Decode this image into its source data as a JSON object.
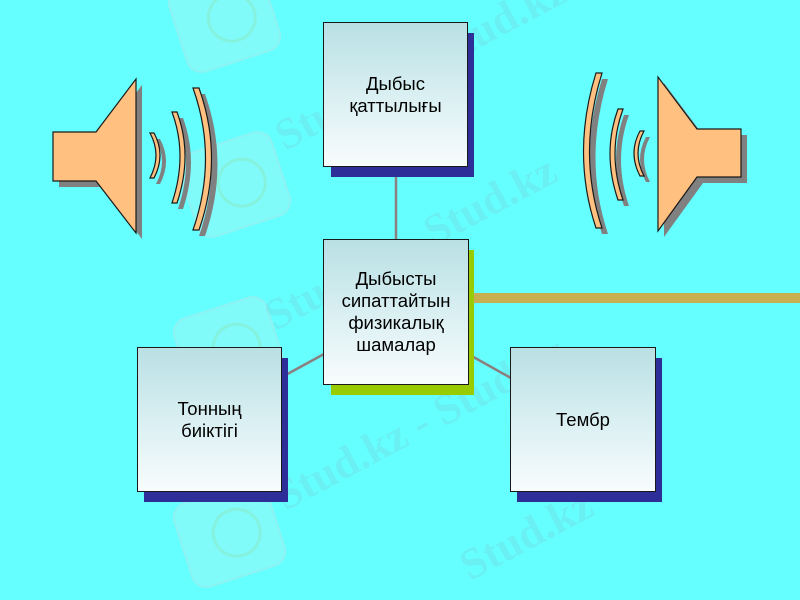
{
  "diagram": {
    "center": {
      "text": "Дыбысты\nсипаттайтын\nфизикалық\nшамалар"
    },
    "nodes": [
      {
        "id": "top",
        "text": "Дыбыс\nқаттылығы"
      },
      {
        "id": "left",
        "text": "Тонның\nбиіктігі"
      },
      {
        "id": "right",
        "text": "Тембр"
      }
    ]
  },
  "icons": {
    "left": "speaker-icon",
    "right": "speaker-icon"
  },
  "watermark": {
    "text": "Stud.kz",
    "text_dashed": "Stud.kz - Stud.kz"
  },
  "colors": {
    "background": "#66ffff",
    "box_shadow_blue": "#2e2e99",
    "box_shadow_green": "#99cc00",
    "accent_bar": "#c8b050",
    "speaker_fill": "#ffc080",
    "connector": "#8c7f7f"
  }
}
